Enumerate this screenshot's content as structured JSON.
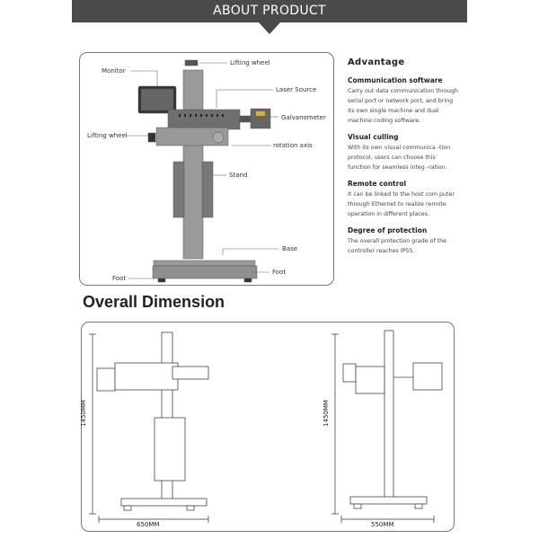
{
  "header": {
    "title": "ABOUT PRODUCT"
  },
  "diagram_labels": {
    "lifting_wheel_top": "Lifting wheel",
    "monitor": "Monitor",
    "laser_source": "Laser  Source",
    "galvanometer": "Galvanometer",
    "lifting_wheel_left": "Lifting wheel",
    "rotation_axis": "rotation axis",
    "stand": "Stand",
    "base": "Base",
    "foot_left": "Foot",
    "foot_right": "Foot"
  },
  "advantage": {
    "title": "Advantage",
    "items": [
      {
        "title": "Communication software",
        "text": "Carry out data communication through serial port or network port, and bring its own single machine and dual machine coding software."
      },
      {
        "title": "Visual culling",
        "text": "With its own visual communica -tion protocol, users can choose this function for seamless integ -ration."
      },
      {
        "title": "Remote control",
        "text": "It can be linked to the host com puter through Ethernet to realize remote operation in different places."
      },
      {
        "title": "Degree of protection",
        "text": "The overall protection grade of the controller reaches IP55."
      }
    ]
  },
  "dimension": {
    "title": "Overall Dimension",
    "left": {
      "height": "1450MM",
      "width": "650MM"
    },
    "right": {
      "height": "1450MM",
      "width": "550MM"
    }
  }
}
